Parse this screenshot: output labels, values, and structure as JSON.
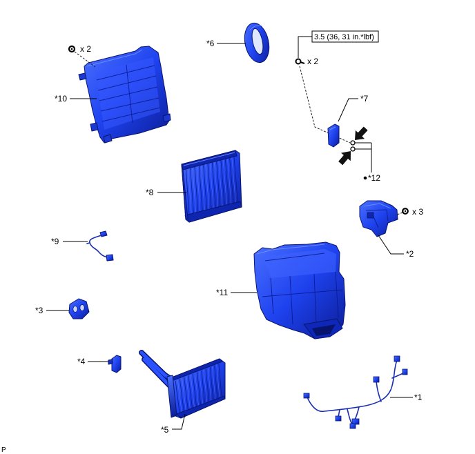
{
  "figure_code": "P",
  "torque_spec": "3.5 (36, 31 in.*lbf)",
  "callouts": {
    "p1": "*1",
    "p2": "*2",
    "p3": "*3",
    "p4": "*4",
    "p5": "*5",
    "p6": "*6",
    "p7": "*7",
    "p8": "*8",
    "p9": "*9",
    "p10": "*10",
    "p11": "*11",
    "p12": "*12"
  },
  "quantities": {
    "p10_fasteners": "x 2",
    "p7_fasteners": "x 2",
    "p2_fasteners": "x 3"
  },
  "icons": {
    "fastener": "bolt-icon",
    "pointer": "arrow-icon"
  },
  "colors": {
    "part_highlight": "#4a70ff",
    "part_blue": "#1e42ee",
    "part_shadow": "#0b1c95",
    "arrow": "#111111"
  }
}
